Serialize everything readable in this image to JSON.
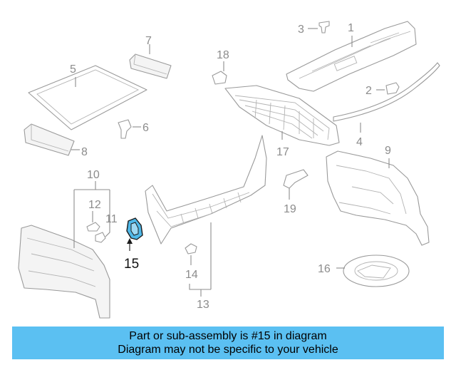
{
  "callouts": [
    "1",
    "2",
    "3",
    "4",
    "5",
    "6",
    "7",
    "8",
    "9",
    "10",
    "11",
    "12",
    "13",
    "14",
    "15",
    "16",
    "17",
    "18",
    "19"
  ],
  "highlight_color": "#5bc0f2",
  "banner": {
    "line1": "Part or sub-assembly is #15 in diagram",
    "line2": "Diagram may not be specific to your vehicle"
  }
}
